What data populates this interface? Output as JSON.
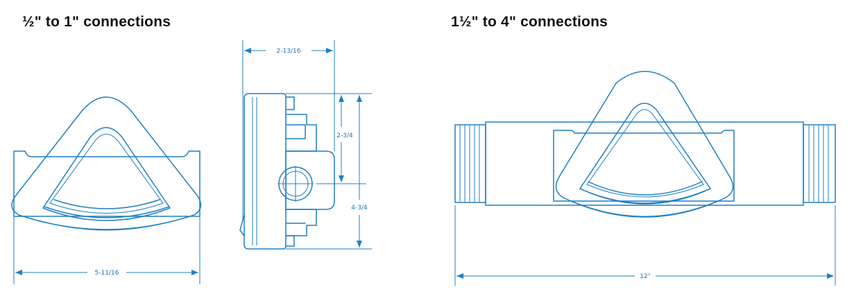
{
  "headings": {
    "left": "½\" to 1\" connections",
    "right": "1½\" to 4\" connections"
  },
  "dimensions": {
    "small_width": "5-11/16",
    "side_depth": "2-13/16",
    "side_height_upper": "2-3/4",
    "side_height_total": "4-3/4",
    "large_length": "12\""
  },
  "colors": {
    "line": "#1f7fc4",
    "heading": "#111111",
    "background": "#ffffff"
  }
}
